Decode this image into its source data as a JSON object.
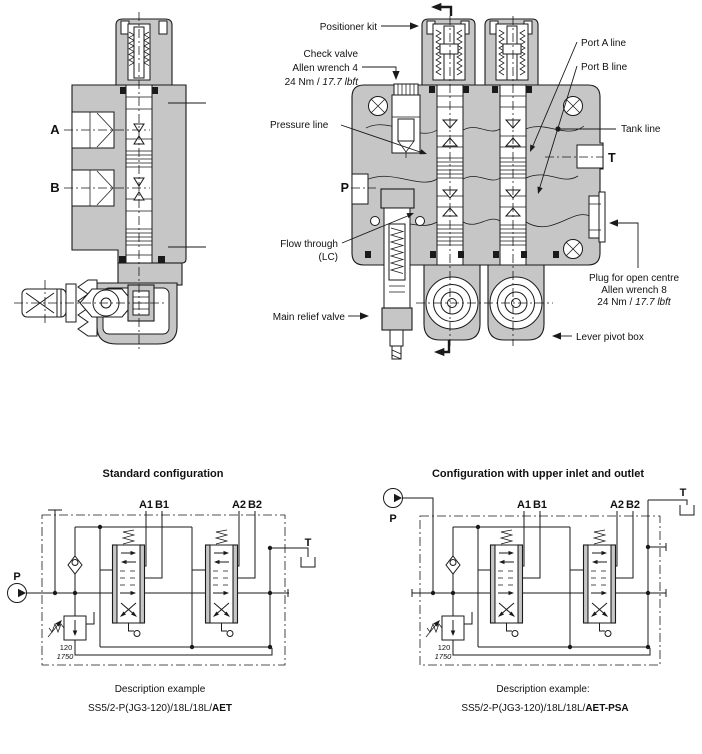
{
  "colors": {
    "line": "#1a1a1a",
    "metal": "#c6c6c6",
    "paper": "#ffffff"
  },
  "section_side": {
    "port_a": "A",
    "port_b": "B"
  },
  "section_front": {
    "positioner_kit": "Positioner kit",
    "check_valve": {
      "name": "Check valve",
      "tool": "Allen wrench 4",
      "torque": "24 Nm / ",
      "torque_alt": "17.7 lbft"
    },
    "pressure_line": "Pressure line",
    "port_p": "P",
    "flow_through": {
      "line1": "Flow through",
      "line2": "(LC)"
    },
    "main_relief_valve": "Main relief valve",
    "port_a_line": "Port A line",
    "port_b_line": "Port B line",
    "tank_line": "Tank line",
    "port_t": "T",
    "plug": {
      "name": "Plug for open centre",
      "tool": "Allen wrench 8",
      "torque": "24 Nm / ",
      "torque_alt": "17.7 lbft"
    },
    "lever_pivot_box": "Lever pivot box"
  },
  "schematic_standard": {
    "title": "Standard configuration",
    "ports": {
      "a1": "A1",
      "b1": "B1",
      "a2": "A2",
      "b2": "B2",
      "p": "P",
      "t": "T"
    },
    "relief": {
      "bar": "120",
      "psi": "1750"
    },
    "caption": {
      "heading": "Description example",
      "code": "SS5/2-P(JG3-120)/18L/18L/",
      "code_bold": "AET"
    }
  },
  "schematic_upper": {
    "title": "Configuration with upper inlet and outlet",
    "ports": {
      "a1": "A1",
      "b1": "B1",
      "a2": "A2",
      "b2": "B2",
      "p": "P",
      "t": "T"
    },
    "relief": {
      "bar": "120",
      "psi": "1750"
    },
    "caption": {
      "heading": "Description example:",
      "code": "SS5/2-P(JG3-120)/18L/18L/",
      "code_bold": "AET-PSA"
    }
  }
}
